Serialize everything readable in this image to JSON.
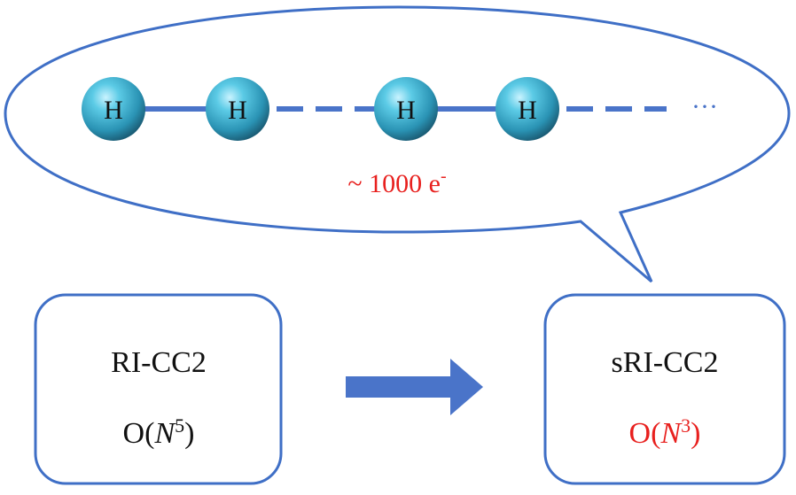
{
  "atoms": [
    {
      "label": "H"
    },
    {
      "label": "H"
    },
    {
      "label": "H"
    },
    {
      "label": "H"
    }
  ],
  "chain_ellipsis": "···",
  "electron_note": {
    "prefix": "~ 1000 e",
    "superscript": "-"
  },
  "left_box": {
    "title": "RI-CC2",
    "scaling_prefix": "O(",
    "scaling_var": "N",
    "scaling_exp": "5",
    "scaling_suffix": ")"
  },
  "right_box": {
    "title": "sRI-CC2",
    "scaling_prefix": "O(",
    "scaling_var": "N",
    "scaling_exp": "3",
    "scaling_suffix": ")"
  },
  "colors": {
    "outline": "#3f6fc6",
    "bond": "#4a74c9",
    "arrow": "#4a74c9",
    "atom_fill": "#3fb6d6",
    "atom_dark": "#1f6f8a",
    "highlight": "#e8201e",
    "text": "#111111"
  }
}
